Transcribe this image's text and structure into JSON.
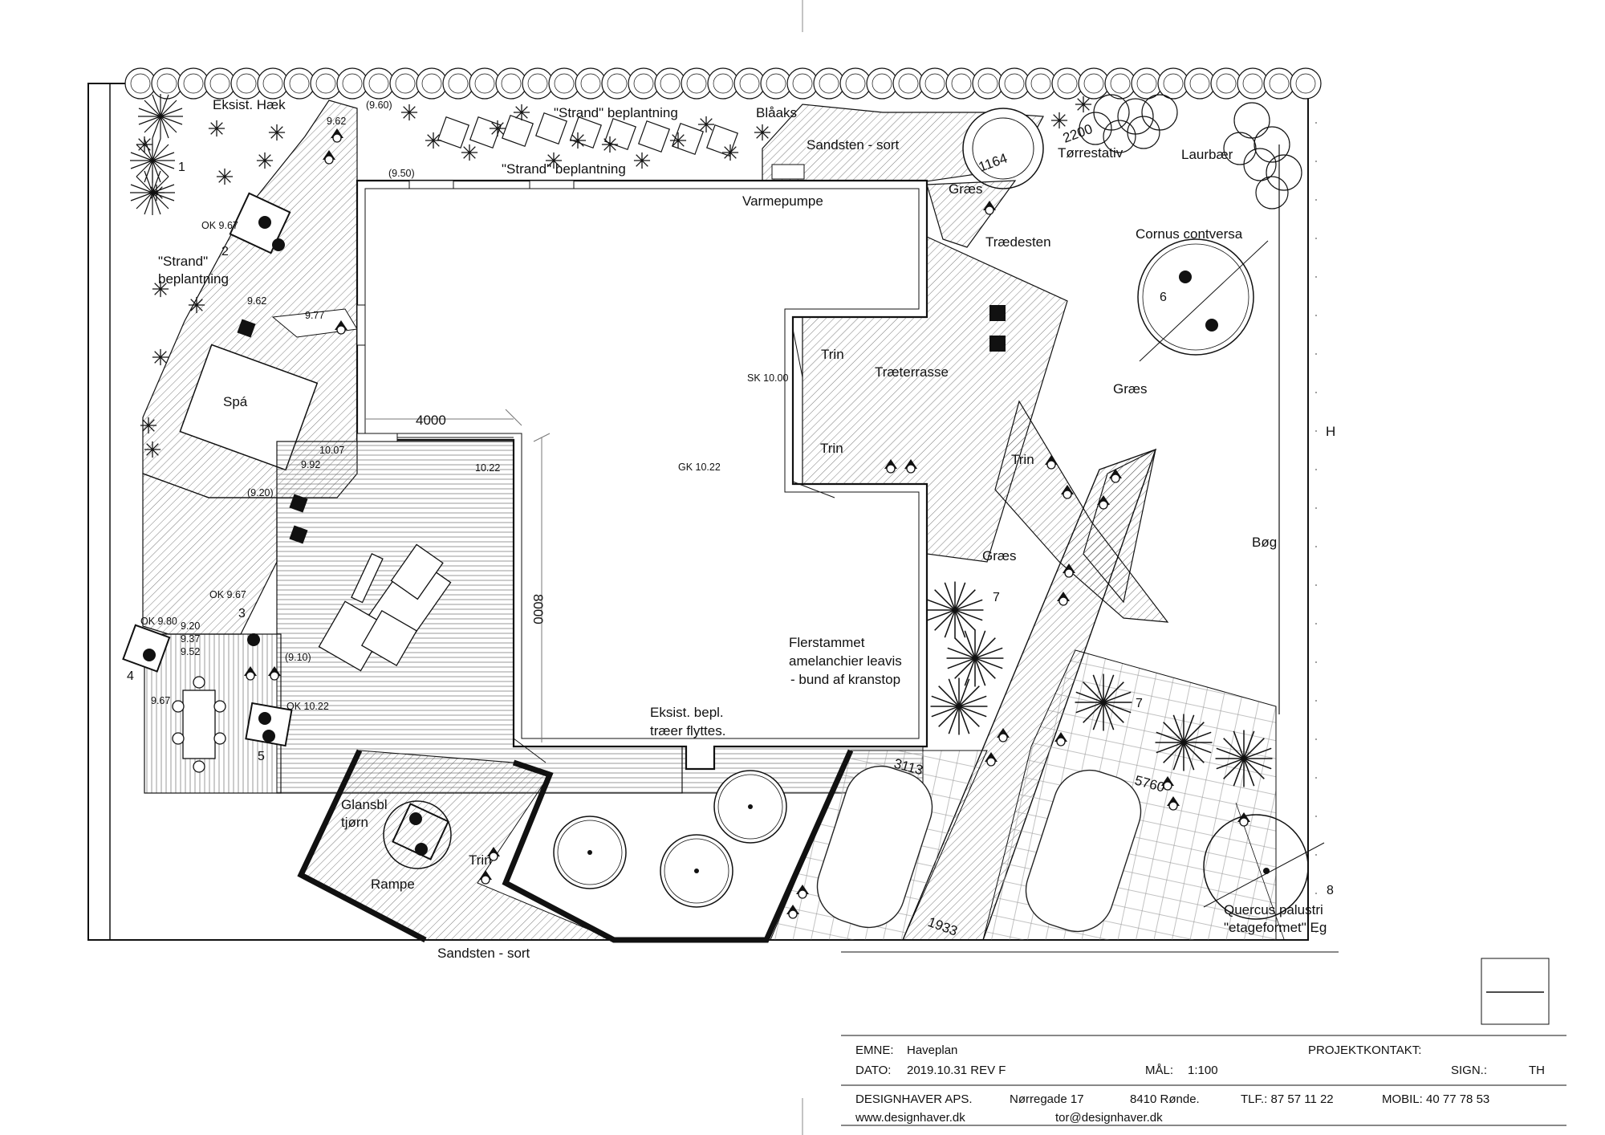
{
  "labels": {
    "eksist_haek": "Eksist. Hæk",
    "strand_top": "\"Strand\" beplantning",
    "strand_mid": "\"Strand\" beplantning",
    "strand_left_1": "\"Strand\"",
    "strand_left_2": "beplantning",
    "blaaks": "Blåaks",
    "sandsten_top": "Sandsten - sort",
    "torrestativ": "Tørrestativ",
    "laurbaer": "Laurbær",
    "graes_top": "Græs",
    "traedesten": "Trædesten",
    "cornus": "Cornus contversa",
    "graes_right": "Græs",
    "h": "H",
    "varmepumpe": "Varmepumpe",
    "trin1": "Trin",
    "trin2": "Trin",
    "trin3": "Trin",
    "trin4": "Trin",
    "traeterrasse": "Træterrasse",
    "spa": "Spá",
    "bog": "Bøg",
    "graes_mid": "Græs",
    "flerstammet_1": "Flerstammet",
    "flerstammet_2": "amelanchier leavis",
    "flerstammet_3": "- bund af kranstop",
    "eksist_bepl_1": "Eksist. bepl.",
    "eksist_bepl_2": "træer flyttes.",
    "glansbl_1": "Glansbl",
    "glansbl_2": "tjørn",
    "rampe": "Rampe",
    "sandsten_bottom": "Sandsten - sort",
    "quercus_1": "Quercus palustri",
    "quercus_2": "\"etageformet\" Eg"
  },
  "dimensions": {
    "d4000": "4000",
    "d8000": "8000",
    "d1164": "1164",
    "d2200": "2200",
    "d3113": "3113",
    "d1933": "1933",
    "d5760": "5760"
  },
  "levels": {
    "l960": "(9.60)",
    "l962a": "9.62",
    "l950": "(9.50)",
    "ok967a": "OK 9.67",
    "l962b": "9.62",
    "l977": "9.77",
    "sk1000": "SK 10.00",
    "gk1022": "GK 10.22",
    "l1007": "10.07",
    "l992": "9.92",
    "l1022": "10.22",
    "l920p": "(9.20)",
    "ok967b": "OK 9.67",
    "ok980": "OK 9.80",
    "l920": "9.20",
    "l937": "9.37",
    "l952": "9.52",
    "l910p": "(9.10)",
    "l967": "9.67",
    "ok1022": "OK 10.22"
  },
  "plant_numbers": {
    "n1": "1",
    "n2": "2",
    "n3": "3",
    "n4": "4",
    "n5": "5",
    "n6": "6",
    "n7a": "7",
    "n7b": "7",
    "n8": "8"
  },
  "title_block": {
    "emne_label": "EMNE:",
    "emne_value": "Haveplan",
    "projektkontakt_label": "PROJEKTKONTAKT:",
    "dato_label": "DATO:",
    "dato_value": "2019.10.31 REV F",
    "maal_label": "MÅL:",
    "maal_value": "1:100",
    "sign_label": "SIGN.:",
    "sign_value": "TH",
    "company": "DESIGNHAVER APS.",
    "address": "Nørregade 17",
    "city": "8410 Rønde.",
    "tlf": "TLF.: 87 57 11 22",
    "mobil": "MOBIL: 40 77 78 53",
    "web": "www.designhaver.dk",
    "email": "tor@designhaver.dk"
  }
}
